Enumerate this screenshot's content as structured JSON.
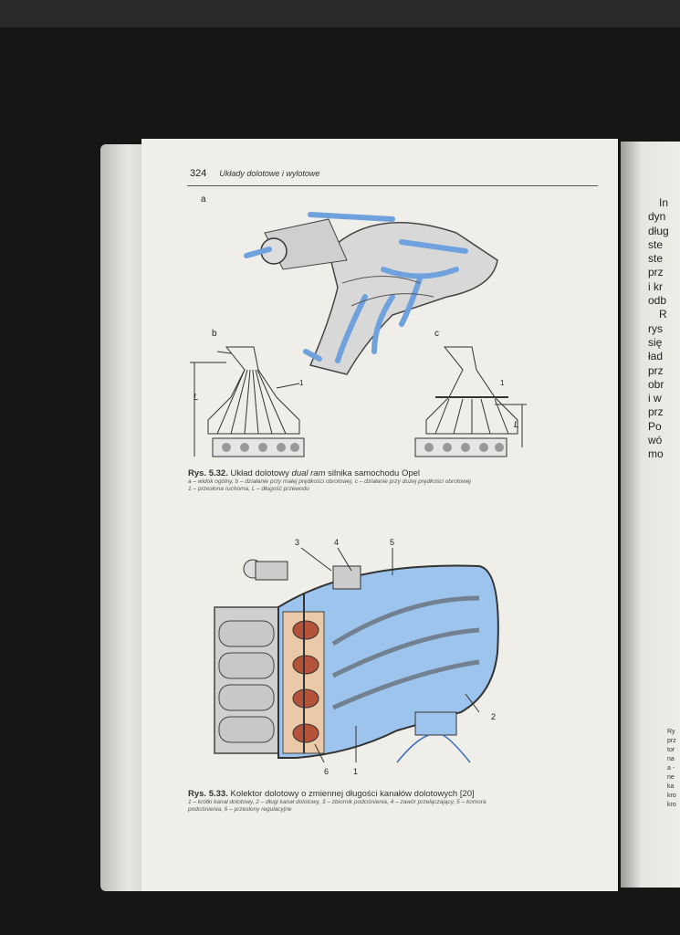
{
  "header": {
    "page_number": "324",
    "chapter_title": "Układy dolotowe i wylotowe"
  },
  "figure_532": {
    "panel_labels": [
      "a",
      "b",
      "c"
    ],
    "callouts": [
      "1",
      "L"
    ],
    "caption_label": "Rys. 5.32.",
    "caption_title_before": "Układ dolotowy ",
    "caption_title_italic": "dual ram",
    "caption_title_after": " silnika samochodu Opel",
    "legend_line1": "a – widok ogólny, b – działanie przy małej prędkości obrotowej, c – działanie przy dużej prędkości obrotowej",
    "legend_line2": "1 – przesłona ruchoma, L – długość przewodu"
  },
  "figure_533": {
    "callouts": [
      "1",
      "2",
      "3",
      "4",
      "5",
      "6"
    ],
    "caption_label": "Rys. 5.33.",
    "caption_title": "Kolektor dolotowy o zmiennej długości kanałów dolotowych [20]",
    "legend_line1": "1 – krótki kanał dolotowy, 2 – długi kanał dolotowy, 3 – zbiornik podciśnienia, 4 – zawór przełączający, 5 – komora",
    "legend_line2": "podciśnienia, 6 – przesłony regulacyjne"
  },
  "right_page": {
    "text_fragments": [
      "In",
      "dyn",
      "dług",
      "ste",
      "ste",
      "prz",
      "i kr",
      "odb",
      "R",
      "rys",
      "się",
      "ład",
      "prz",
      "obr",
      "i w",
      "prz",
      "Po",
      "wó",
      "mo"
    ],
    "caption_fragments": [
      "Ry",
      "prz",
      "tor",
      "na",
      "a -",
      "ne",
      "ka",
      "kro",
      "kro"
    ]
  },
  "colors": {
    "page": "#efeee9",
    "airflow": "#8fb8e8",
    "valve": "#b5523a"
  }
}
